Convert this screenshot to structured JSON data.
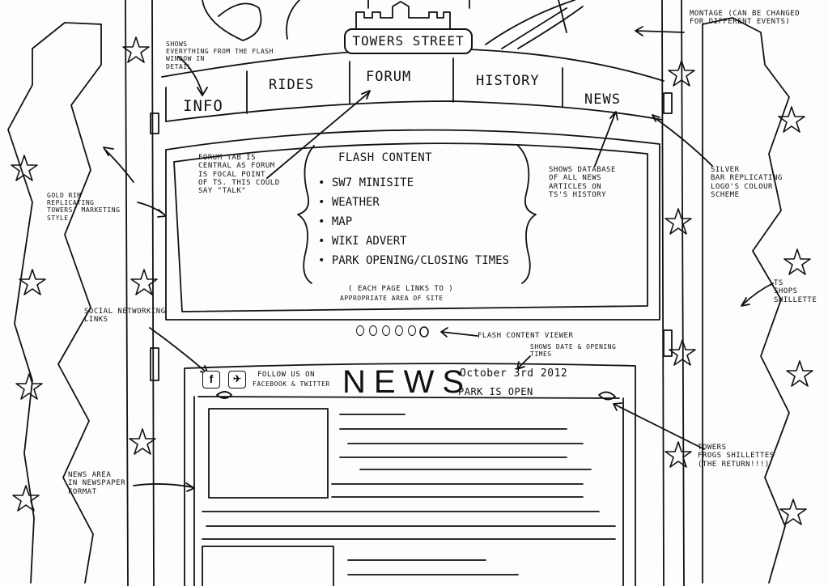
{
  "header": {
    "title": "TOWERS STREET"
  },
  "nav": {
    "tabs": [
      {
        "label": "INFO"
      },
      {
        "label": "RIDES"
      },
      {
        "label": "FORUM"
      },
      {
        "label": "HISTORY"
      },
      {
        "label": "NEWS"
      }
    ]
  },
  "flash": {
    "title": "FLASH CONTENT",
    "items": [
      "SW7 MINISITE",
      "WEATHER",
      "MAP",
      "WIKI ADVERT",
      "PARK OPENING/CLOSING TIMES"
    ],
    "footnote_line1": "( EACH PAGE LINKS TO )",
    "footnote_line2": "APPROPRIATE AREA OF SITE"
  },
  "news": {
    "heading": "NEWS",
    "date": "October 3rd 2012",
    "status": "PARK IS OPEN",
    "follow_text_line1": "FOLLOW US ON",
    "follow_text_line2": "FACEBOOK & TWITTER"
  },
  "annotations": {
    "flash_detail": [
      "SHOWS",
      "EVERYTHING FROM THE FLASH",
      "WINDOW IN",
      "DETAIL"
    ],
    "forum_tab": [
      "FORUM TAB IS",
      "CENTRAL AS FORUM",
      "IS FOCAL POINT",
      "OF TS. THIS COULD",
      "SAY \"TALK\""
    ],
    "database": [
      "SHOWS DATABASE",
      "OF ALL NEWS",
      "ARTICLES ON",
      "TS'S HISTORY"
    ],
    "gold_rim": [
      "GOLD RIM",
      "REPLICATING",
      "TOWERS' MARKETING",
      "STYLE"
    ],
    "montage": [
      "MONTAGE (CAN BE CHANGED",
      "FOR DIFFERENT EVENTS)"
    ],
    "silver_bar": [
      "SILVER",
      "BAR REPLICATING",
      "LOGO'S COLOUR",
      "SCHEME"
    ],
    "shops": [
      "TS",
      "SHOPS",
      "SHILLETTE"
    ],
    "social": [
      "SOCIAL NETWORKING",
      "LINKS"
    ],
    "viewer": "FLASH CONTENT VIEWER",
    "date_times": [
      "SHOWS DATE & OPENING",
      "TIMES"
    ],
    "frogs": [
      "TOWERS",
      "FROGS SHILLETTES",
      "(THE RETURN!!!)"
    ],
    "news_area": [
      "NEWS AREA",
      "IN NEWSPAPER",
      "FORMAT"
    ]
  },
  "icons": {
    "facebook": "facebook-icon",
    "twitter": "twitter-bird-icon",
    "star": "star-icon"
  },
  "colors": {
    "ink": "#111111",
    "paper": "#ffffff"
  }
}
